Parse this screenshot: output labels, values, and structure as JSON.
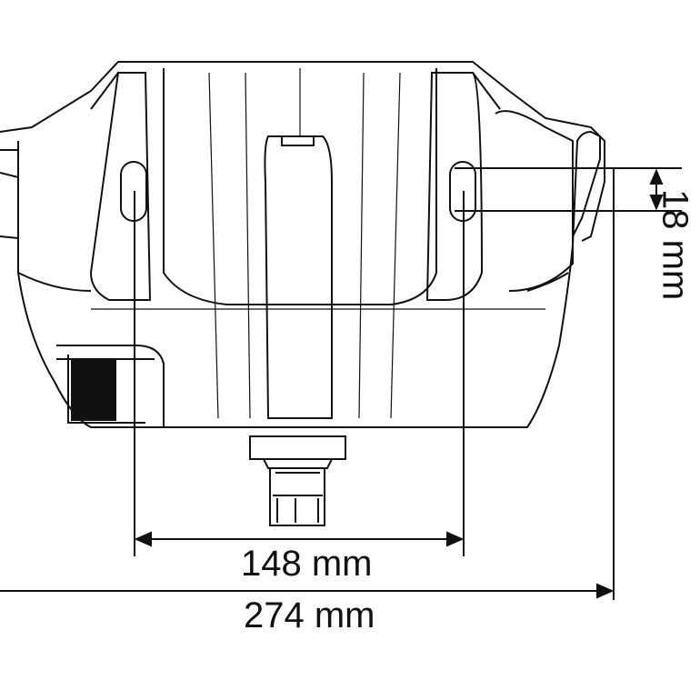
{
  "dimensions": {
    "slot_spacing": "148 mm",
    "overall_width": "274 mm",
    "slot_height": "18 mm"
  },
  "colors": {
    "line": "#111111",
    "background": "#ffffff"
  }
}
